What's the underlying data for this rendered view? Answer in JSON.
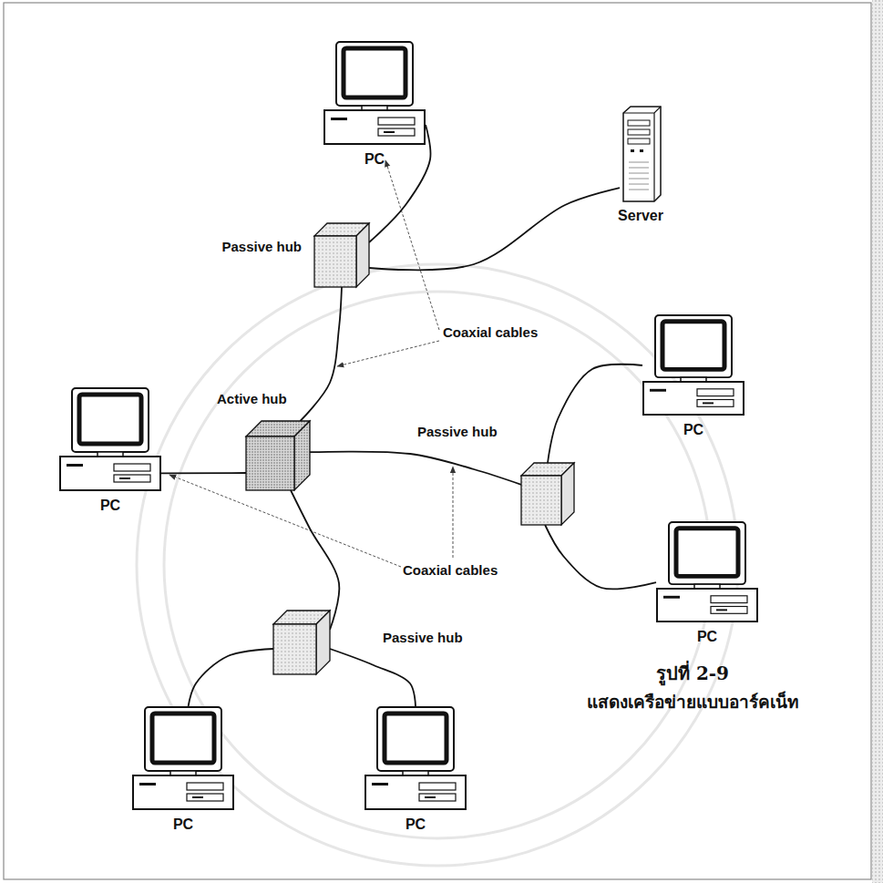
{
  "diagram": {
    "nodes": [
      {
        "text": [
          "PC"
        ]
      },
      {
        "text": [
          "Server"
        ]
      },
      {
        "text": [
          "Passive hub"
        ]
      },
      {
        "text": [
          "Active hub"
        ]
      },
      {
        "text": [
          "PC"
        ]
      },
      {
        "text": [
          "Passive hub"
        ]
      },
      {
        "text": [
          "PC"
        ]
      },
      {
        "text": [
          "PC"
        ]
      },
      {
        "text": [
          "Passive hub"
        ]
      },
      {
        "text": [
          "PC"
        ]
      },
      {
        "text": [
          "PC"
        ]
      }
    ],
    "edges": [
      {
        "from": 2,
        "to": 0,
        "arrow": "none"
      },
      {
        "from": 2,
        "to": 1,
        "arrow": "none"
      },
      {
        "from": 2,
        "to": 3,
        "arrow": "none"
      },
      {
        "from": 3,
        "to": 4,
        "arrow": "none"
      },
      {
        "from": 3,
        "to": 5,
        "arrow": "none"
      },
      {
        "from": 5,
        "to": 6,
        "arrow": "none"
      },
      {
        "from": 5,
        "to": 7,
        "arrow": "none"
      },
      {
        "from": 3,
        "to": 8,
        "arrow": "none"
      },
      {
        "from": 8,
        "to": 9,
        "arrow": "none"
      },
      {
        "from": 8,
        "to": 10,
        "arrow": "none"
      }
    ],
    "labels": [
      "Coaxial cables",
      "Coaxial cables",
      "รูปที่ 2-9",
      "แสดงเครือข่ายแบบอาร์คเน็ท"
    ]
  }
}
